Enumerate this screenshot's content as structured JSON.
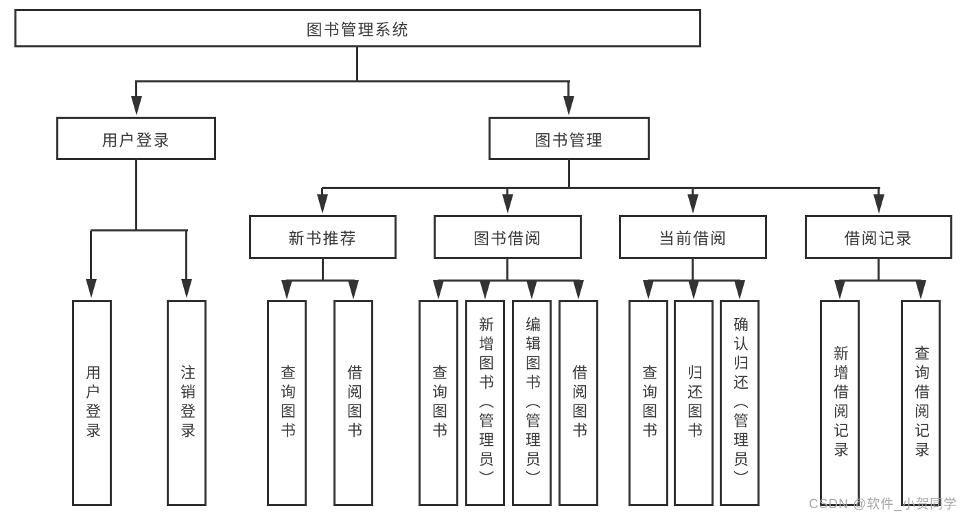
{
  "diagram": {
    "root": {
      "label": "图书管理系统"
    },
    "user_login": {
      "label": "用户登录",
      "children": [
        {
          "label": "用户登录"
        },
        {
          "label": "注销登录"
        }
      ]
    },
    "book_mgmt": {
      "label": "图书管理",
      "groups": [
        {
          "label": "新书推荐",
          "children": [
            {
              "label": "查询图书"
            },
            {
              "label": "借阅图书"
            }
          ]
        },
        {
          "label": "图书借阅",
          "children": [
            {
              "label": "查询图书"
            },
            {
              "label": "新增图书（管理员）"
            },
            {
              "label": "编辑图书（管理员）"
            },
            {
              "label": "借阅图书"
            }
          ]
        },
        {
          "label": "当前借阅",
          "children": [
            {
              "label": "查询图书"
            },
            {
              "label": "归还图书"
            },
            {
              "label": "确认归还（管理员）"
            }
          ]
        },
        {
          "label": "借阅记录",
          "children": [
            {
              "label": "新增借阅记录"
            },
            {
              "label": "查询借阅记录"
            }
          ]
        }
      ]
    }
  },
  "watermark": {
    "text": "CSDN @软件_小贺同学"
  },
  "colors": {
    "line": "#333333",
    "text": "#3a3a3a",
    "watermark": "#a6a6a6",
    "background": "#ffffff"
  }
}
